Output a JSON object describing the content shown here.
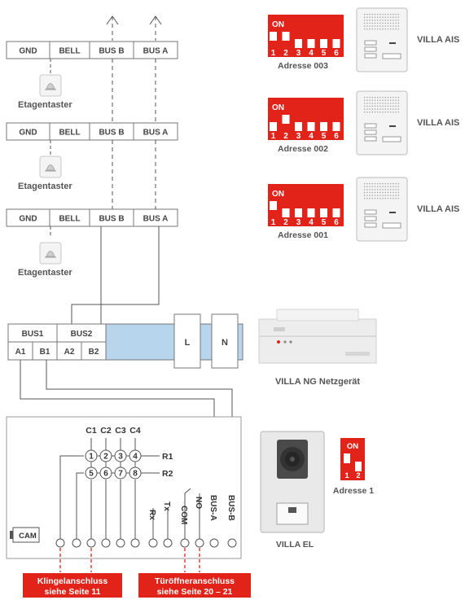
{
  "bus_rows": [
    {
      "cells": [
        "GND",
        "BELL",
        "BUS B",
        "BUS A"
      ],
      "caption": "Etagentaster"
    },
    {
      "cells": [
        "GND",
        "BELL",
        "BUS B",
        "BUS A"
      ],
      "caption": "Etagentaster"
    },
    {
      "cells": [
        "GND",
        "BELL",
        "BUS B",
        "BUS A"
      ],
      "caption": "Etagentaster"
    }
  ],
  "indoor_units": [
    {
      "switch_on": "ON",
      "numbers": [
        "1",
        "2",
        "3",
        "4",
        "5",
        "6"
      ],
      "address": "Adresse 003",
      "name": "VILLA AIS"
    },
    {
      "switch_on": "ON",
      "numbers": [
        "1",
        "2",
        "3",
        "4",
        "5",
        "6"
      ],
      "address": "Adresse 002",
      "name": "VILLA AIS"
    },
    {
      "switch_on": "ON",
      "numbers": [
        "1",
        "2",
        "3",
        "4",
        "5",
        "6"
      ],
      "address": "Adresse 001",
      "name": "VILLA AIS"
    }
  ],
  "power_supply": {
    "bus1": "BUS1",
    "bus2": "BUS2",
    "a1": "A1",
    "b1": "B1",
    "a2": "A2",
    "b2": "B2",
    "l": "L",
    "n": "N",
    "name": "VILLA NG Netzgerät"
  },
  "outdoor": {
    "cols": [
      "C1",
      "C2",
      "C3",
      "C4"
    ],
    "rows": [
      "R1",
      "R2"
    ],
    "matrix_top": [
      "1",
      "2",
      "3",
      "4"
    ],
    "matrix_bottom": [
      "5",
      "6",
      "7",
      "8"
    ],
    "cam": "CAM",
    "terminals": [
      "Rx",
      "Tx",
      "COM",
      "NO",
      "BUS-A",
      "BUS-B"
    ],
    "name": "VILLA EL",
    "switch_on": "ON",
    "switch_numbers": [
      "1",
      "2"
    ],
    "address": "Adresse 1"
  },
  "callouts": [
    {
      "line1": "Klingelanschluss",
      "line2": "siehe Seite 11"
    },
    {
      "line1": "Türöffneranschluss",
      "line2": "siehe Seite 20 – 21"
    }
  ],
  "colors": {
    "red": "#e2231a",
    "bus_blue": "#b7d6ee",
    "line": "#555555"
  }
}
